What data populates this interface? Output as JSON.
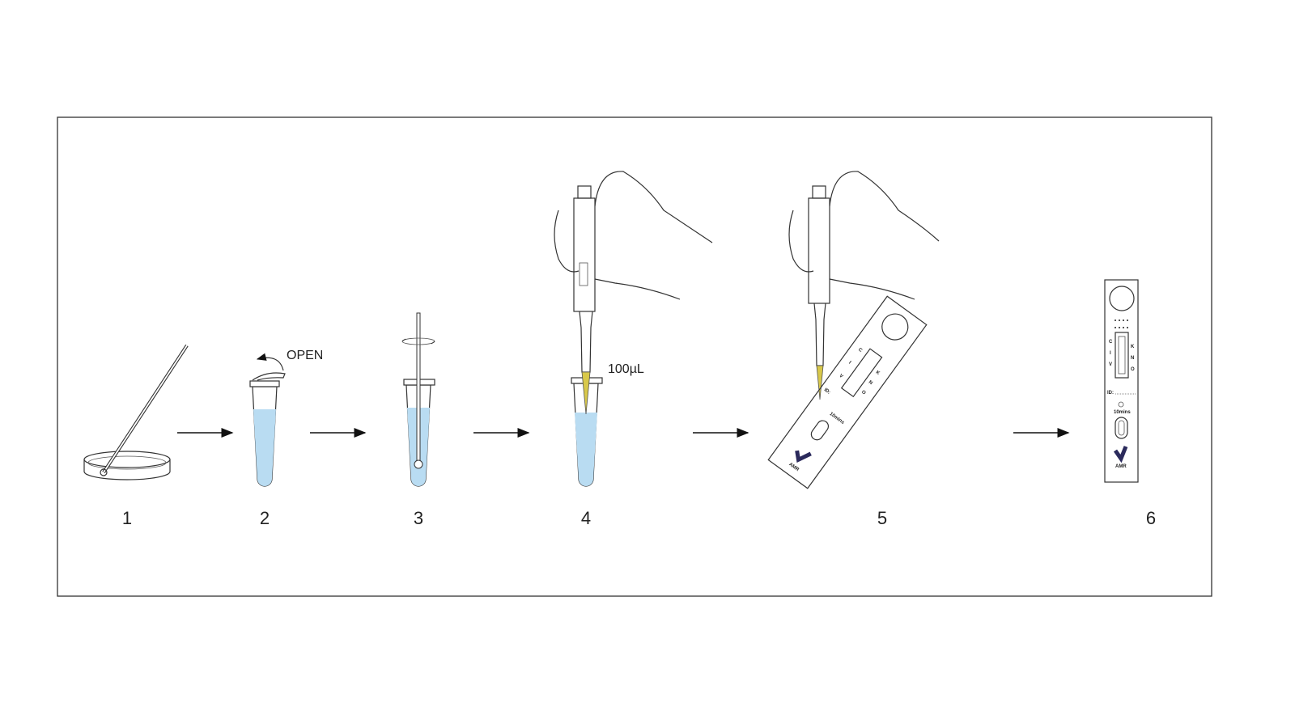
{
  "steps": [
    {
      "number": "1"
    },
    {
      "number": "2",
      "annotation": "OPEN"
    },
    {
      "number": "3"
    },
    {
      "number": "4",
      "annotation": "100µL"
    },
    {
      "number": "5"
    },
    {
      "number": "6"
    }
  ],
  "cassette": {
    "left_labels": [
      "C",
      "I",
      "V"
    ],
    "right_labels": [
      "K",
      "N",
      "O"
    ],
    "id_label": "ID:",
    "timer_label": "10mins",
    "brand": "AMR"
  },
  "colors": {
    "liquid": "#b9dcf2",
    "pipette_tip": "#d8c84a",
    "logo": "#2b2a5c",
    "logo_accent": "#7a6ad0",
    "frame": "#333333"
  }
}
